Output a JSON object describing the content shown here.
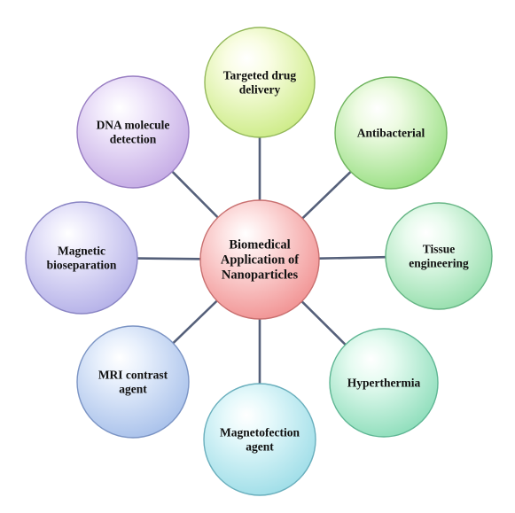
{
  "center": {
    "lines": [
      "Biomedical",
      "Application  of",
      "Nanoparticles"
    ],
    "fill_light": "#fde2e2",
    "fill_dark": "#f08c8c",
    "stroke": "#c97070"
  },
  "nodes": [
    {
      "id": "targeted-drug-delivery",
      "lines": [
        "Targeted drug",
        "delivery"
      ],
      "fill_light": "#f9fde3",
      "fill_dark": "#c9ea7f",
      "stroke": "#93b85a"
    },
    {
      "id": "antibacterial",
      "lines": [
        "Antibacterial"
      ],
      "fill_light": "#eefbe3",
      "fill_dark": "#93dd7c",
      "stroke": "#6fb45e"
    },
    {
      "id": "tissue-engineering",
      "lines": [
        "Tissue",
        "engineering"
      ],
      "fill_light": "#e9fbee",
      "fill_dark": "#8fdca7",
      "stroke": "#66b585"
    },
    {
      "id": "hyperthermia",
      "lines": [
        "Hyperthermia"
      ],
      "fill_light": "#e6fbf1",
      "fill_dark": "#86dbb6",
      "stroke": "#5fb694"
    },
    {
      "id": "magnetofection-agent",
      "lines": [
        "Magnetofection",
        "agent"
      ],
      "fill_light": "#e6f9fb",
      "fill_dark": "#98dbe6",
      "stroke": "#6aafbd"
    },
    {
      "id": "mri-contrast-agent",
      "lines": [
        "MRI contrast",
        "agent"
      ],
      "fill_light": "#e8f0fc",
      "fill_dark": "#a3bde9",
      "stroke": "#7b94c4"
    },
    {
      "id": "magnetic-bioseparation",
      "lines": [
        "Magnetic",
        "bioseparation"
      ],
      "fill_light": "#ebe9fb",
      "fill_dark": "#b0ace6",
      "stroke": "#8a85c4"
    },
    {
      "id": "dna-molecule-detection",
      "lines": [
        "DNA molecule",
        "detection"
      ],
      "fill_light": "#f1e9fb",
      "fill_dark": "#c1a6e3",
      "stroke": "#987dc2"
    }
  ]
}
